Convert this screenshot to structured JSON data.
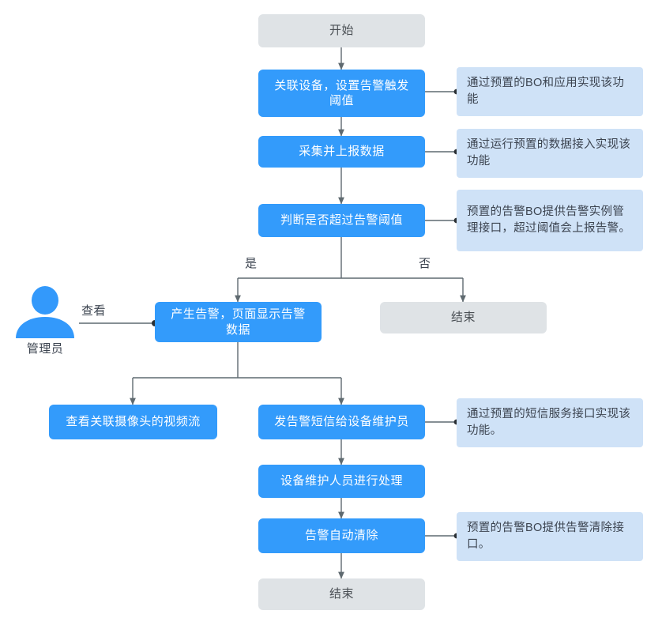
{
  "diagram": {
    "title_text": "",
    "colors": {
      "process_fill": "#339bfb",
      "process_text": "#ffffff",
      "terminal_fill": "#dfe3e6",
      "terminal_text": "#4a4f54",
      "note_fill": "#cfe2f7",
      "note_text": "#3c4450",
      "edge_stroke": "#5f6a70",
      "actor_fill": "#3399fb"
    },
    "nodes": {
      "start": "开始",
      "bind_device": "关联设备，设置告警触发\n阈值",
      "collect_report": "采集并上报数据",
      "check_threshold": "判断是否超过告警阈值",
      "end_no": "结束",
      "generate_alarm": "产生告警，页面显示告警\n数据",
      "view_camera": "查看关联摄像头的视频流",
      "send_sms": "发告警短信给设备维护员",
      "maintainer_handle": "设备维护人员进行处理",
      "auto_clear": "告警自动清除",
      "end_final": "结束"
    },
    "notes": {
      "note_bind_device": "通过预置的BO和应用实现该功能",
      "note_collect_report": "通过运行预置的数据接入实现该功能",
      "note_check_threshold": "预置的告警BO提供告警实例管理接口，超过阈值会上报告警。",
      "note_send_sms": "通过预置的短信服务接口实现该功能。",
      "note_auto_clear": "预置的告警BO提供告警清除接口。"
    },
    "edge_labels": {
      "yes": "是",
      "no": "否",
      "view": "查看"
    },
    "actor": {
      "icon": "user-icon",
      "label": "管理员"
    }
  }
}
